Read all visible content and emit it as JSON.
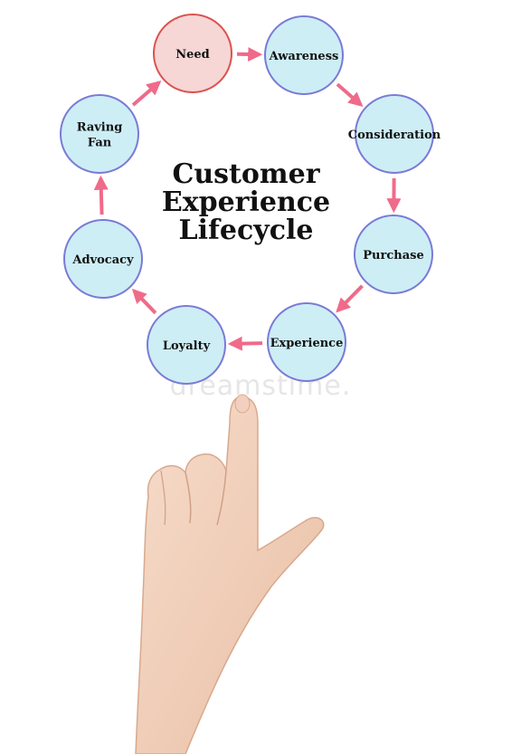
{
  "title": [
    "Customer",
    "Experience",
    "Lifecycle"
  ],
  "watermark": "dreamstime.",
  "colors": {
    "node_fill": "#cdeef5",
    "node_stroke": "#7a7ad6",
    "highlight_fill": "#f7d6d6",
    "highlight_stroke": "#d9534f",
    "arrow": "#f06a8a"
  },
  "nodes": [
    {
      "id": "need",
      "lines": [
        "Need"
      ],
      "highlight": true
    },
    {
      "id": "awareness",
      "lines": [
        "Awareness"
      ]
    },
    {
      "id": "consideration",
      "lines": [
        "Consideration"
      ]
    },
    {
      "id": "purchase",
      "lines": [
        "Purchase"
      ]
    },
    {
      "id": "experience",
      "lines": [
        "Experience"
      ]
    },
    {
      "id": "loyalty",
      "lines": [
        "Loyalty"
      ]
    },
    {
      "id": "advocacy",
      "lines": [
        "Advocacy"
      ]
    },
    {
      "id": "raving-fan",
      "lines": [
        "Raving",
        "Fan"
      ]
    }
  ],
  "edges": [
    [
      "need",
      "awareness"
    ],
    [
      "awareness",
      "consideration"
    ],
    [
      "consideration",
      "purchase"
    ],
    [
      "purchase",
      "experience"
    ],
    [
      "experience",
      "loyalty"
    ],
    [
      "loyalty",
      "advocacy"
    ],
    [
      "advocacy",
      "raving-fan"
    ],
    [
      "raving-fan",
      "need"
    ]
  ],
  "hand_icon": "pointing-hand"
}
